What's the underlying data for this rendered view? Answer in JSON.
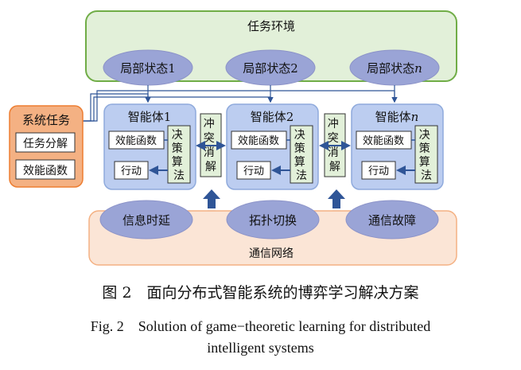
{
  "environment": {
    "task_env": "任务环境",
    "network": "通信网络"
  },
  "local_states": [
    "局部状态1",
    "局部状态2",
    "局部状态"
  ],
  "local_state_n_suffix": "n",
  "system_task": {
    "title": "系统任务",
    "items": [
      "任务分解",
      "效能函数"
    ]
  },
  "agents": [
    {
      "title": "智能体1",
      "title_suffix": ""
    },
    {
      "title": "智能体2",
      "title_suffix": ""
    },
    {
      "title": "智能体",
      "title_suffix": "n"
    }
  ],
  "agent_parts": {
    "utility": "效能函数",
    "action": "行动",
    "decision": [
      "决",
      "策",
      "算",
      "法"
    ]
  },
  "conflict_resolution": [
    "冲",
    "突",
    "消",
    "解"
  ],
  "disturbances": [
    "信息时延",
    "拓扑切换",
    "通信故障"
  ],
  "caption": {
    "cn": "图 2　面向分布式智能系统的博弈学习解决方案",
    "en_line1": "Fig. 2　Solution of game−theoretic learning for distributed",
    "en_line2": "intelligent systems"
  },
  "colors": {
    "env_fill": "#e2f0d9",
    "env_stroke": "#70ad47",
    "state_fill": "#9aa4d6",
    "agent_fill": "#bccdf0",
    "agent_stroke": "#8faadc",
    "inner_fill": "#ffffff",
    "decision_fill": "#e2f0d9",
    "arrow": "#2f5597",
    "task_fill": "#f4b183",
    "task_stroke": "#ed7d31",
    "network_fill": "#fbe5d6",
    "network_stroke": "#f4b183"
  }
}
